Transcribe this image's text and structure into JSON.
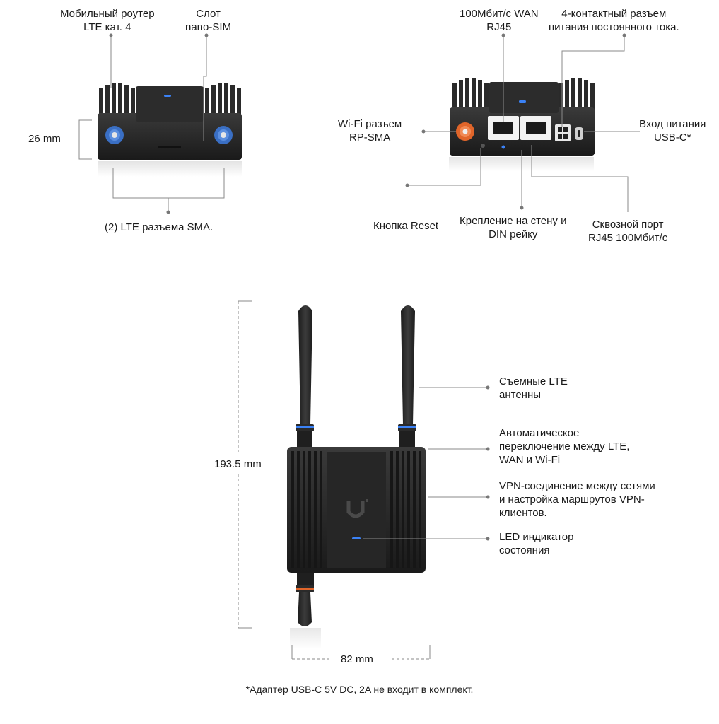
{
  "front_view": {
    "lte_router": [
      "Мобильный роутер",
      "LTE кат. 4"
    ],
    "nano_sim": [
      "Слот",
      "nano-SIM"
    ],
    "height": "26 mm",
    "sma_connectors": "(2) LTE разъема SMA."
  },
  "rear_view": {
    "wan_port": [
      "100Мбит/с WAN",
      "RJ45"
    ],
    "dc_power": [
      "4-контактный разъем",
      "питания постоянного тока."
    ],
    "wifi_connector": [
      "Wi-Fi разъем",
      "RP-SMA"
    ],
    "usbc_power": [
      "Вход питания",
      "USB-C*"
    ],
    "reset_button": "Кнопка Reset",
    "mount": [
      "Крепление на стену и",
      "DIN рейку"
    ],
    "passthrough_port": [
      "Сквозной порт",
      "RJ45 100Мбит/с"
    ]
  },
  "top_view": {
    "height": "193.5 mm",
    "width": "82 mm",
    "antennas": [
      "Съемные LTE",
      "антенны"
    ],
    "failover": [
      "Автоматическое",
      "переключение между LTE,",
      "WAN и Wi-Fi"
    ],
    "vpn": [
      "VPN-соединение между сетями",
      "и настройка маршрутов VPN-",
      "клиентов."
    ],
    "led": [
      "LED индикатор",
      "состояния"
    ]
  },
  "footnote": "*Адаптер USB-C 5V DC, 2A не входит в комплект.",
  "colors": {
    "device": "#222222",
    "lte_connector": "#3a6fc4",
    "wifi_connector": "#e0652a",
    "led": "#3b82f6",
    "line": "#8a8a8a"
  }
}
